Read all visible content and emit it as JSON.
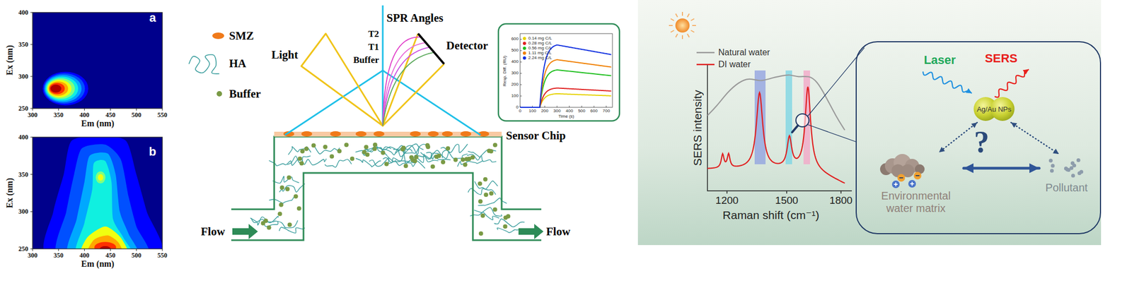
{
  "diagram": {
    "nodes": [
      {
        "text": [
          "Laser",
          "SERS"
        ]
      },
      {
        "text": [
          "Ag/Au NPs"
        ],
        "in": 0
      },
      {
        "text": [
          "Environmental water matrix"
        ],
        "in": 0
      },
      {
        "text": [
          "Pollutant"
        ],
        "in": 0
      }
    ],
    "edges": [
      {
        "from": 1,
        "to": 2,
        "arrow": "both"
      },
      {
        "from": 1,
        "to": 3,
        "arrow": "both"
      },
      {
        "from": 2,
        "to": 3,
        "arrow": "both"
      }
    ],
    "labels": [
      "a",
      "Ex (nm)",
      "400",
      "350",
      "300",
      "250",
      "300",
      "350",
      "400",
      "450",
      "500",
      "550",
      "Em (nm)",
      "b",
      "Ex (nm)",
      "400",
      "350",
      "300",
      "250",
      "300",
      "350",
      "400",
      "450",
      "500",
      "550",
      "Em (nm)",
      "Light",
      "SPR Angles",
      "T2",
      "T1",
      "Buffer",
      "Detector",
      "Resp. Diff. (RU)",
      "600",
      "500",
      "400",
      "300",
      "200",
      "100",
      "0",
      "0",
      "100",
      "200",
      "300",
      "400",
      "500",
      "600",
      "700",
      "Time (s)",
      "Sensor Chip",
      "Flow",
      "Flow",
      "SERS intensity",
      "1200",
      "1500",
      "1800",
      "Raman shift (cm⁻¹)",
      "?"
    ],
    "legend": [
      {
        "text": "SMZ"
      },
      {
        "text": "HA"
      },
      {
        "text": "Buffer"
      },
      {
        "text": "0.14 mg C/L",
        "color": "#e6d200"
      },
      {
        "text": "0.28 mg C/L",
        "color": "#e02020"
      },
      {
        "text": "0.56 mg C/L",
        "color": "#1fbf1f"
      },
      {
        "text": "1.11 mg C/L",
        "color": "#f08000"
      },
      {
        "text": "2.24 mg C/L",
        "color": "#1030e0"
      },
      {
        "text": "Natural water"
      },
      {
        "text": "DI water"
      }
    ]
  }
}
